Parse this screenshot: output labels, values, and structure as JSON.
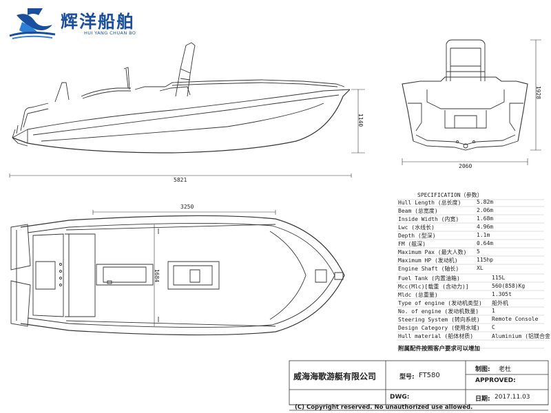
{
  "logo": {
    "name_cn": "辉洋船舶",
    "name_en": "HUI YANG CHUAN BO",
    "brand_color": "#1a4fa0"
  },
  "dimensions": {
    "side_height": "1140",
    "side_length": "5821",
    "rear_height": "1928",
    "rear_width": "2060",
    "plan_length": "3250",
    "plan_width": "1684"
  },
  "specification": {
    "title": "SPECIFICATION（参数）",
    "rows": [
      {
        "label": "Hull Length (总长度)",
        "value": "5.82m"
      },
      {
        "label": "Beam (总宽度)",
        "value": "2.06m"
      },
      {
        "label": "Inside Width (内宽)",
        "value": "1.68m"
      },
      {
        "label": "Lwc (水线长)",
        "value": "4.96m"
      },
      {
        "label": "Depth (型深)",
        "value": "1.1m"
      },
      {
        "label": "FM (舷深)",
        "value": "0.64m"
      },
      {
        "label": "Maximum Pax (最大人数)",
        "value": "5"
      },
      {
        "label": "Maximum HP (发动机)",
        "value": "115hp"
      },
      {
        "label": "Engine Shaft (轴长)",
        "value": "XL"
      },
      {
        "label": "Fuel Tank (内置油箱)",
        "value": "115L"
      },
      {
        "label": "Mcc(Mlc)[载重 (含动力)]",
        "value": "560(858)Kg"
      },
      {
        "label": "Mldc (总重量)",
        "value": "1.305t"
      },
      {
        "label": "Type of engine (发动机类型)",
        "value": "船外机"
      },
      {
        "label": "No. of engine (发动机数量)",
        "value": "1"
      },
      {
        "label": "Steering System (转向系统)",
        "value": "Remote Console"
      },
      {
        "label": "Design Category (使用水域)",
        "value": "C"
      },
      {
        "label": "Hull material (船体材质)",
        "value": "Aluminium (铝镁合金)"
      }
    ],
    "note": "附属配件按照客户要求可以增加"
  },
  "title_block": {
    "company": "威海海歌游艇有限公司",
    "model_label": "型号:",
    "model_value": "FT580",
    "drawn_label": "制图:",
    "drawn_value": "老杜",
    "approved_label": "APPROVED:",
    "dwg_label": "DWG:",
    "date_label": "日期:",
    "date_value": "2017.11.03",
    "copyright": "(C) Copyright reserved. No unauthorized use allowed."
  }
}
